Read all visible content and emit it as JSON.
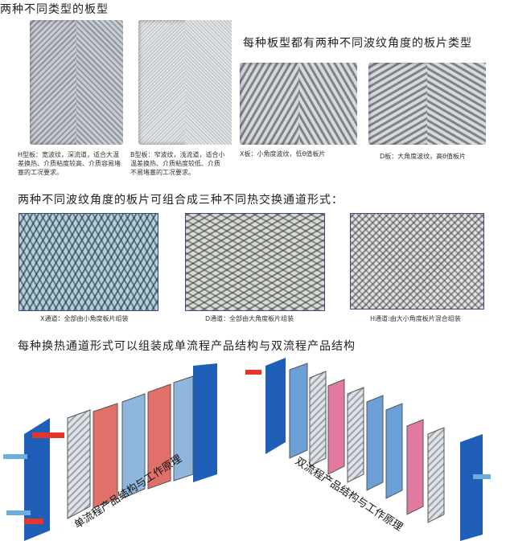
{
  "section1": {
    "title": "两种不同类型的板型",
    "h_caption": "H型板：宽波纹，深流道，适合大温差换热、介质粘度较高、介质容易堵塞的工况要求。",
    "b_caption": "B型板：窄波纹，浅流道，适合小温差换热、介质粘度较低、介质不易堵塞的工况要求。"
  },
  "section1b": {
    "title": "每种板型都有两种不同波纹角度的板片类型",
    "x_caption": "X板：小角度波纹，低θ值板片",
    "d_caption": "D板：大角度波纹，高θ值板片"
  },
  "section2": {
    "title": "两种不同波纹角度的板片可组合成三种不同热交换通道形式：",
    "channels": [
      {
        "caption": "X通道：全部由小角度板片组装"
      },
      {
        "caption": "D通道：全部由大角度板片组装"
      },
      {
        "caption": "H通道:由大小角度板片混合组装"
      }
    ]
  },
  "section3": {
    "title": "每种换热通道形式可以组装成单流程产品结构与双流程产品结构",
    "single_label": "单流程产品结构与工作原理",
    "double_label": "双流程产品结构与工作原理"
  },
  "colors": {
    "frame": "#1f5fb8",
    "hot": "#e8352a",
    "cold": "#6aaee0"
  }
}
